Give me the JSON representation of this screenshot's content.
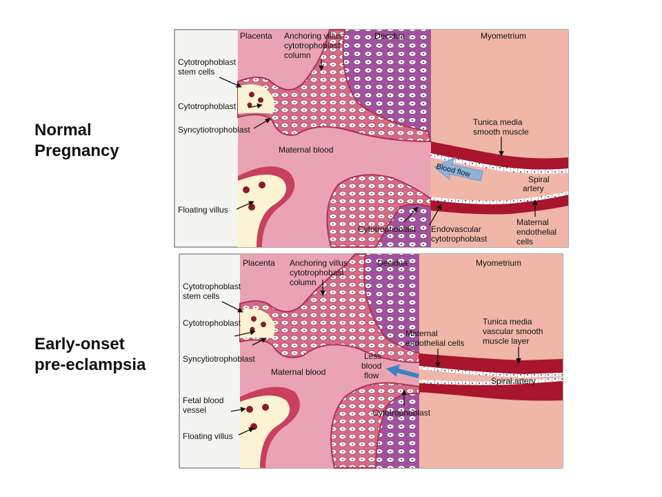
{
  "side_labels": {
    "normal_line1": "Normal",
    "normal_line2": "Pregnancy",
    "pe_line1": "Early-onset",
    "pe_line2": "pre-eclampsia"
  },
  "panel_normal": {
    "region_placenta": "Placenta",
    "region_decidua": "Decidua",
    "region_myometrium": "Myometrium",
    "anchoring_villus_1": "Anchoring villus",
    "anchoring_villus_2": "cytotrophoblast",
    "anchoring_villus_3": "column",
    "stem_cells_1": "Cytotrophoblast",
    "stem_cells_2": "stem cells",
    "cytotrophoblast": "Cytotrophoblast",
    "syncytiotrophoblast": "Syncytiotrophoblast",
    "maternal_blood": "Maternal blood",
    "tunica_1": "Tunica media",
    "tunica_2": "smooth muscle",
    "blood_flow": "Blood flow",
    "spiral_1": "Spiral",
    "spiral_2": "artery",
    "floating_villus": "Floating villus",
    "cytotrophoblast_bottom": "Cytotrophoblast",
    "endovascular_1": "Endovascular",
    "endovascular_2": "cytotrophoblast",
    "endothelial_1": "Maternal",
    "endothelial_2": "endothelial",
    "endothelial_3": "cells"
  },
  "panel_pe": {
    "region_placenta": "Placenta",
    "region_decidua": "Decidua",
    "region_myometrium": "Myometrium",
    "anchoring_villus_1": "Anchoring villus",
    "anchoring_villus_2": "cytotrophobast",
    "anchoring_villus_3": "column",
    "stem_cells_1": "Cytotrophoblast",
    "stem_cells_2": "stem cells",
    "cytotrophoblast": "Cytotrophoblast",
    "syncytiotrophoblast": "Syncytiotrophoblast",
    "maternal_blood": "Maternal blood",
    "endothelial_1": "Maternal",
    "endothelial_2": "endothelial cells",
    "tunica_1": "Tunica media",
    "tunica_2": "vascular smooth",
    "tunica_3": "muscle layer",
    "less_flow_1": "Less",
    "less_flow_2": "blood",
    "less_flow_3": "flow",
    "spiral_artery": "Spiral artery",
    "fetal_vessel_1": "Fetal blood",
    "fetal_vessel_2": "vessel",
    "floating_villus": "Floating villus",
    "cytotrophoblast_bottom": "Cytotrophoblast"
  },
  "colors": {
    "placenta_bg": "#f4f4f2",
    "trophoblast": "#c8405e",
    "villus_core": "#fbf3d2",
    "maternal_blood": "#e9a3b4",
    "decidua": "#a2529c",
    "myometrium": "#f0b7a8",
    "artery_wall": "#a8152c",
    "arrow_flow": "#8fb3dc",
    "arrow_flow_pe": "#3a82c6"
  }
}
